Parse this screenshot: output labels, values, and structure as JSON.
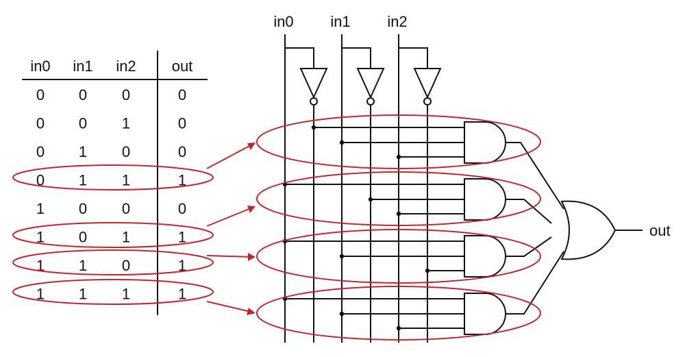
{
  "truth_table": {
    "headers": [
      "in0",
      "in1",
      "in2",
      "out"
    ],
    "rows": [
      [
        "0",
        "0",
        "0",
        "0"
      ],
      [
        "0",
        "0",
        "1",
        "0"
      ],
      [
        "0",
        "1",
        "0",
        "0"
      ],
      [
        "0",
        "1",
        "1",
        "1"
      ],
      [
        "1",
        "0",
        "0",
        "0"
      ],
      [
        "1",
        "0",
        "1",
        "1"
      ],
      [
        "1",
        "1",
        "0",
        "1"
      ],
      [
        "1",
        "1",
        "1",
        "1"
      ]
    ],
    "highlighted_rows": [
      3,
      5,
      6,
      7
    ]
  },
  "circuit": {
    "inputs": [
      "in0",
      "in1",
      "in2"
    ],
    "output": "out",
    "and_gates": [
      {
        "terms": [
          "not in0",
          "in1",
          "in2"
        ]
      },
      {
        "terms": [
          "in0",
          "not in1",
          "in2"
        ]
      },
      {
        "terms": [
          "in0",
          "in1",
          "not in2"
        ]
      },
      {
        "terms": [
          "in0",
          "in1",
          "in2"
        ]
      }
    ]
  },
  "colors": {
    "ink": "#111111",
    "highlight": "#c0272d"
  }
}
